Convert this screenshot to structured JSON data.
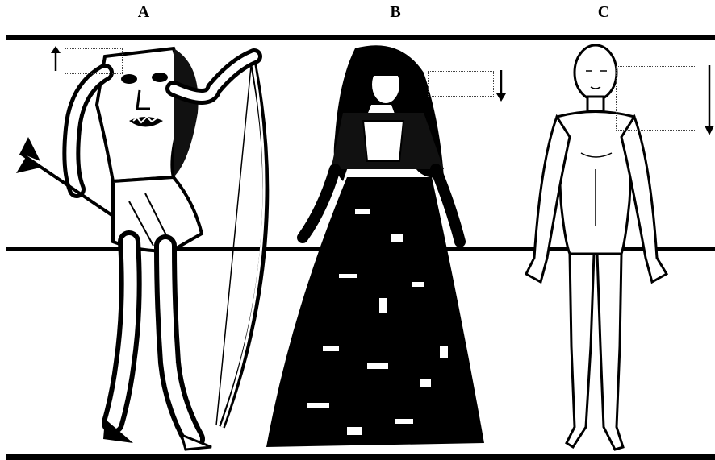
{
  "panels": [
    {
      "label": "A",
      "figure": "blemmyae-archer-figure",
      "arrow_direction": "up"
    },
    {
      "label": "B",
      "figure": "long-haired-woman-figure",
      "arrow_direction": "down"
    },
    {
      "label": "C",
      "figure": "standing-human-figure",
      "arrow_direction": "down"
    }
  ],
  "colors": {
    "ink": "#000000",
    "background": "#ffffff",
    "box": "#444444"
  }
}
